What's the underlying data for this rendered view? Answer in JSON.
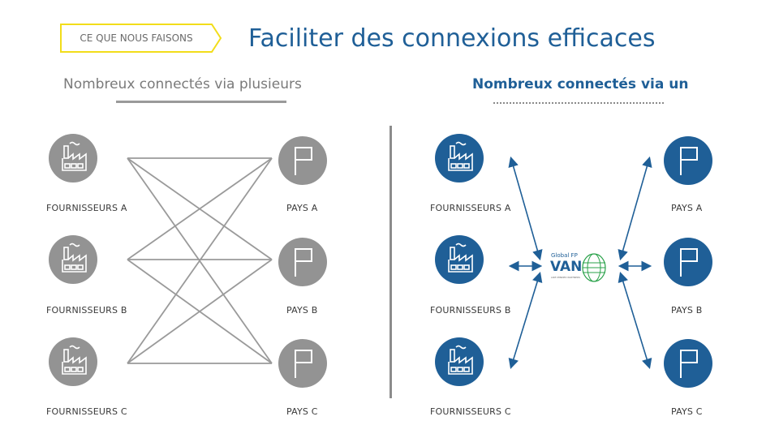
{
  "header": {
    "tag": "CE QUE NOUS FAISONS",
    "title": "Faciliter des connexions efficaces"
  },
  "left_panel": {
    "heading": "Nombreux connectés via plusieurs",
    "suppliers": [
      "FOURNISSEURS A",
      "FOURNISSEURS B",
      "FOURNISSEURS C"
    ],
    "countries": [
      "PAYS A",
      "PAYS B",
      "PAYS C"
    ]
  },
  "right_panel": {
    "heading": "Nombreux connectés via un",
    "suppliers": [
      "FOURNISSEURS A",
      "FOURNISSEURS B",
      "FOURNISSEURS C"
    ],
    "countries": [
      "PAYS A",
      "PAYS B",
      "PAYS C"
    ],
    "hub": {
      "line1": "Global FP",
      "line2": "VAN",
      "tagline": "LIKE MINDED PARTNERS"
    }
  },
  "colors": {
    "grey_node": "#939393",
    "blue_node": "#1f5f97",
    "tag_border": "#f2dd1a"
  }
}
